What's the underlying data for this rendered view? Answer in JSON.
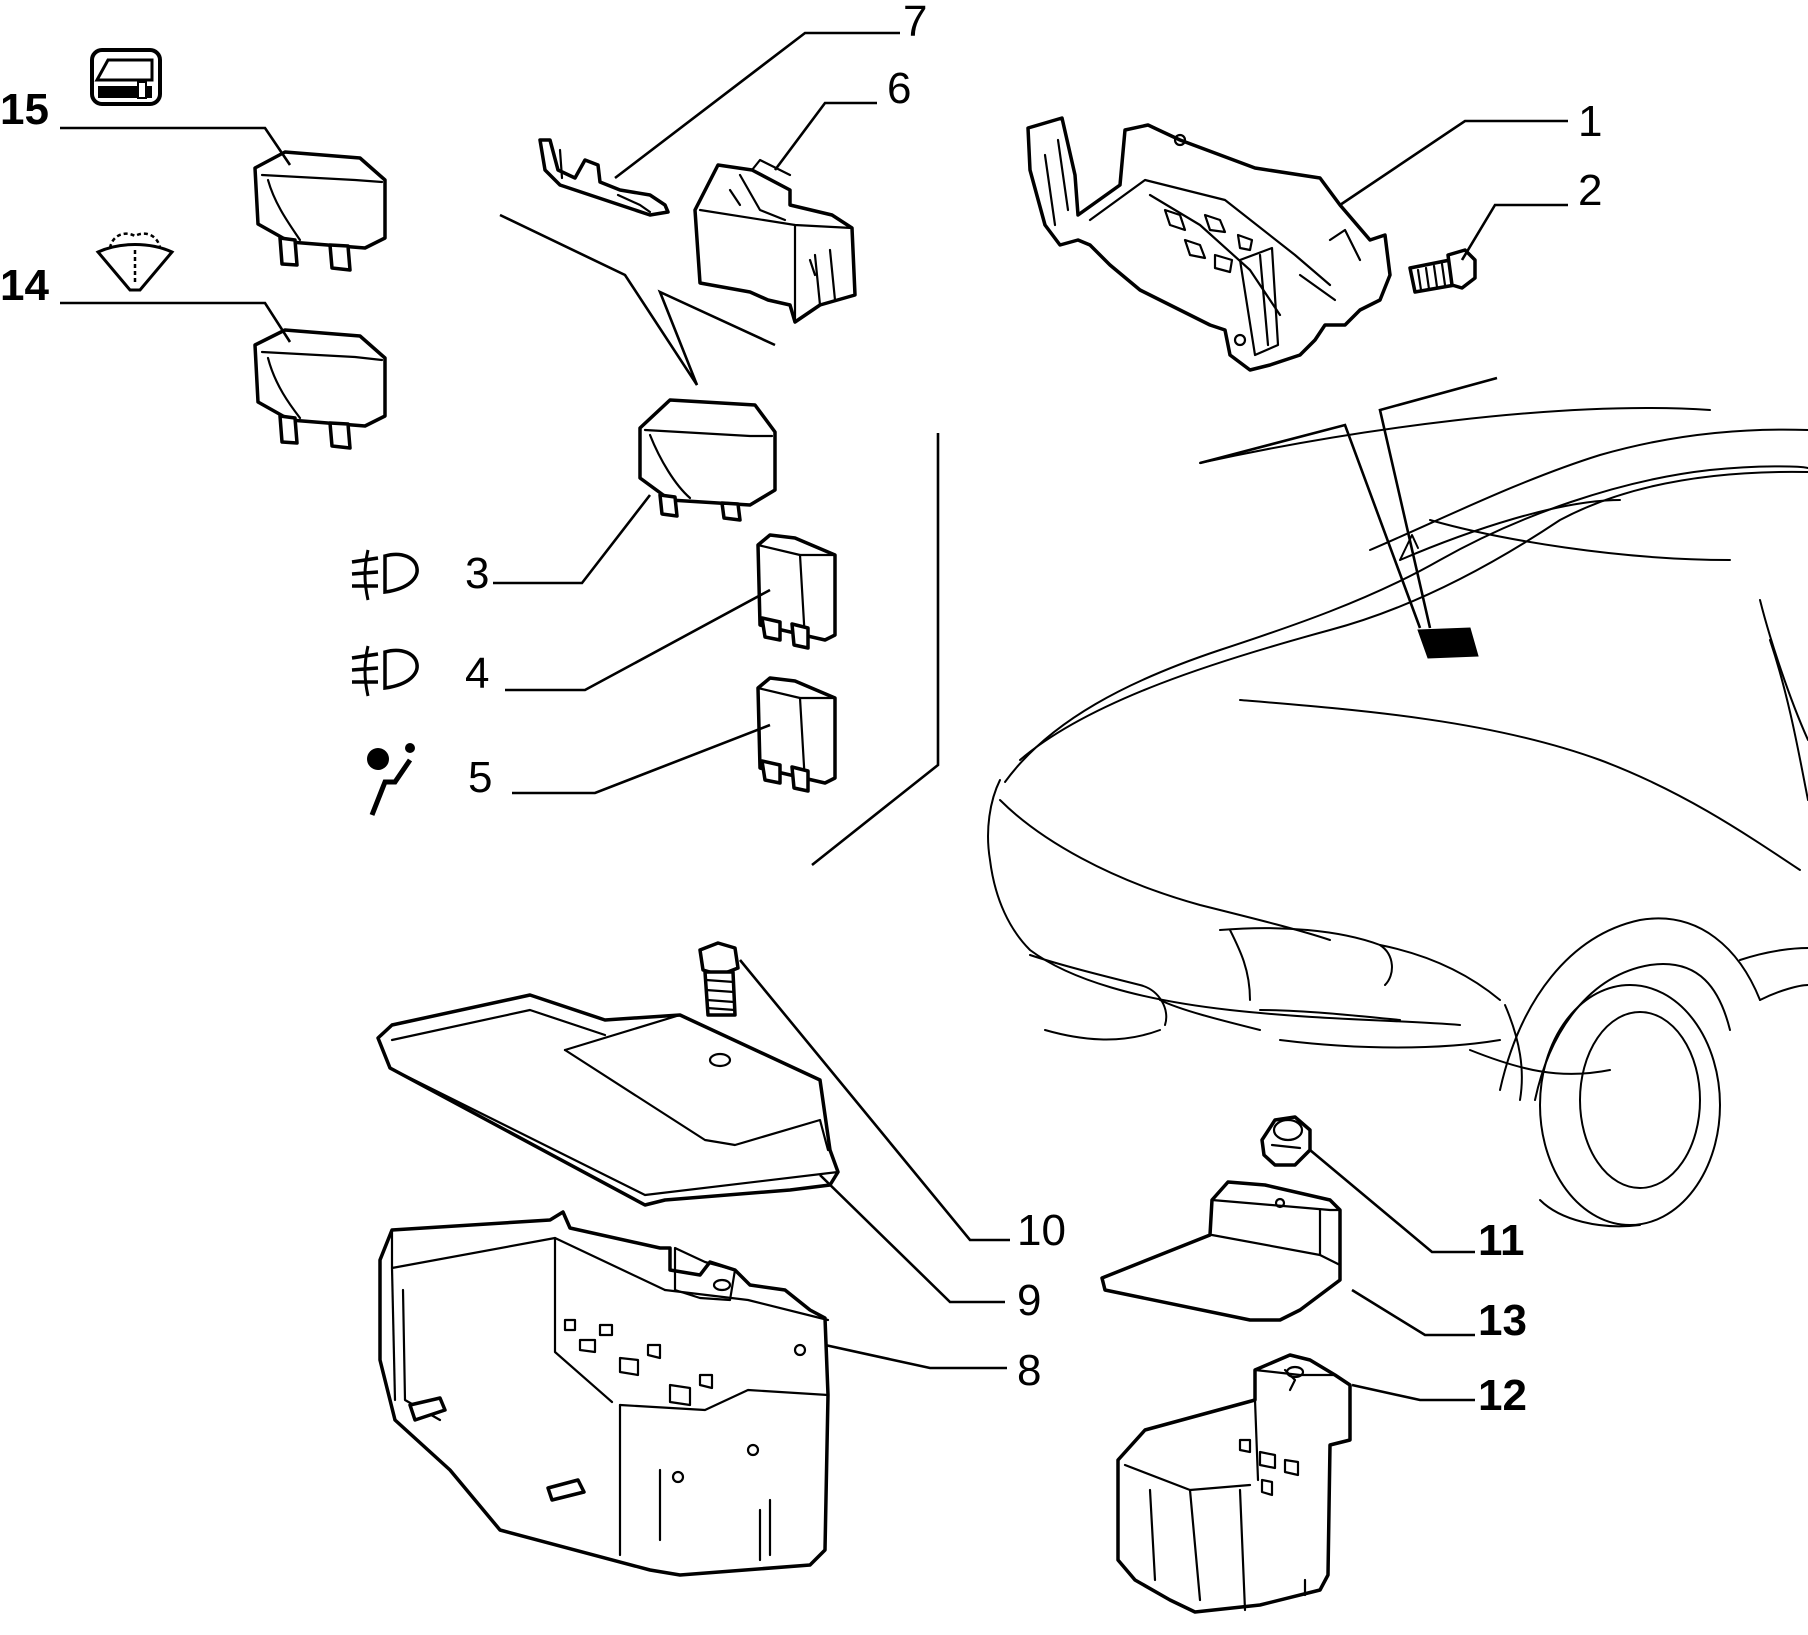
{
  "diagram": {
    "callouts": [
      {
        "id": "1",
        "text": "1"
      },
      {
        "id": "2",
        "text": "2"
      },
      {
        "id": "3",
        "text": "3"
      },
      {
        "id": "4",
        "text": "4"
      },
      {
        "id": "5",
        "text": "5"
      },
      {
        "id": "6",
        "text": "6"
      },
      {
        "id": "7",
        "text": "7"
      },
      {
        "id": "8",
        "text": "8"
      },
      {
        "id": "9",
        "text": "9"
      },
      {
        "id": "10",
        "text": "10"
      },
      {
        "id": "11",
        "text": "11"
      },
      {
        "id": "12",
        "text": "12"
      },
      {
        "id": "13",
        "text": "13"
      },
      {
        "id": "14",
        "text": "14"
      },
      {
        "id": "15",
        "text": "15"
      }
    ],
    "symbols": [
      {
        "ref": "15",
        "icon": "door-lock-icon"
      },
      {
        "ref": "14",
        "icon": "windscreen-washer-icon"
      },
      {
        "ref": "3",
        "icon": "fog-light-icon"
      },
      {
        "ref": "4",
        "icon": "fog-light-icon"
      },
      {
        "ref": "5",
        "icon": "seat-belt-icon"
      }
    ],
    "parts": [
      {
        "ref": "1",
        "name": "bracket"
      },
      {
        "ref": "2",
        "name": "screw"
      },
      {
        "ref": "3",
        "name": "relay"
      },
      {
        "ref": "4",
        "name": "fuse"
      },
      {
        "ref": "5",
        "name": "fuse"
      },
      {
        "ref": "6",
        "name": "relay-holder"
      },
      {
        "ref": "7",
        "name": "terminal"
      },
      {
        "ref": "8",
        "name": "fuse-box"
      },
      {
        "ref": "9",
        "name": "fuse-box-cover"
      },
      {
        "ref": "10",
        "name": "bolt"
      },
      {
        "ref": "11",
        "name": "nut"
      },
      {
        "ref": "12",
        "name": "relay-box"
      },
      {
        "ref": "13",
        "name": "relay-box-cover"
      },
      {
        "ref": "14",
        "name": "relay"
      },
      {
        "ref": "15",
        "name": "relay"
      }
    ]
  }
}
